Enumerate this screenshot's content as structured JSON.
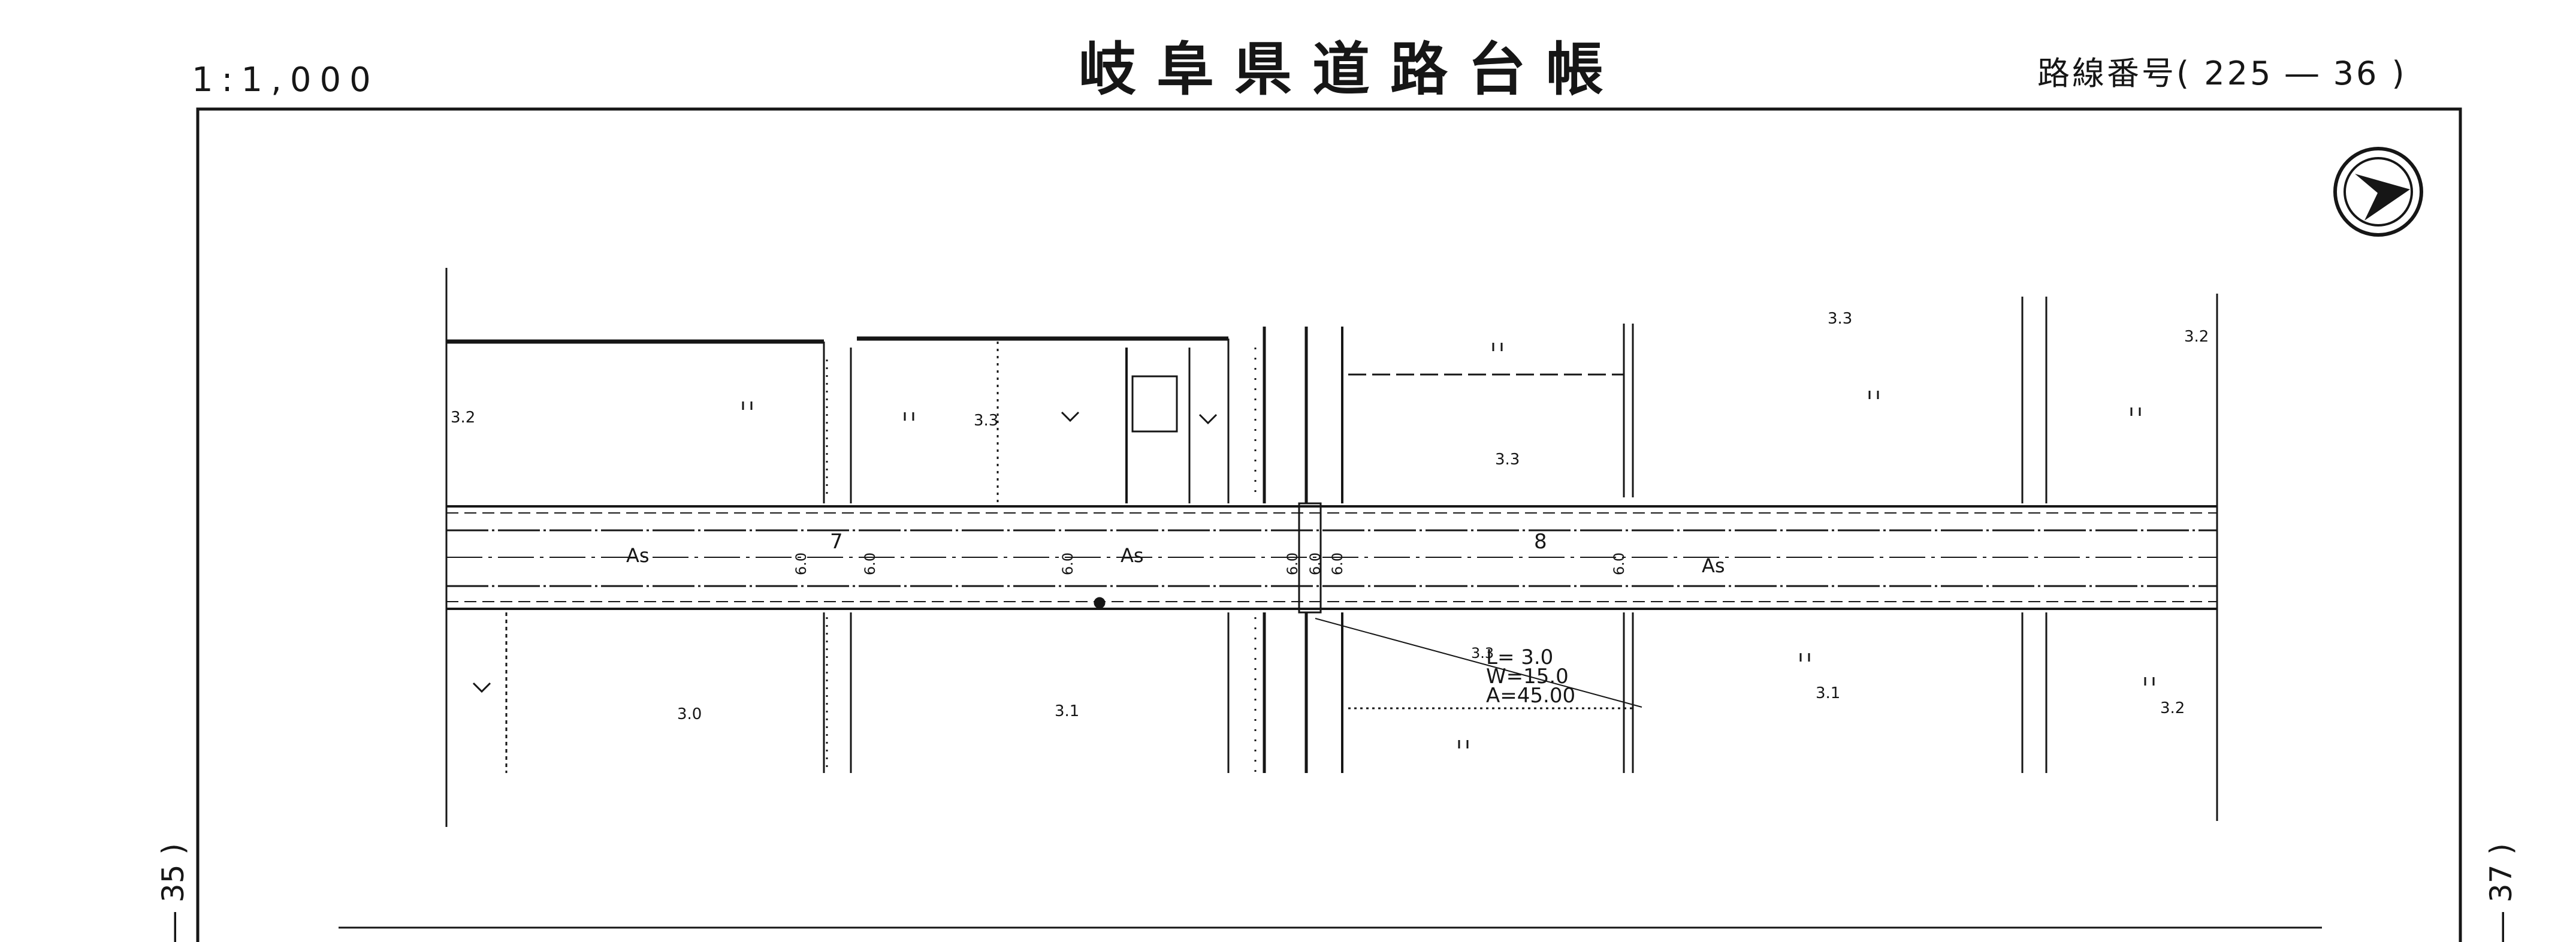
{
  "header": {
    "scale": "1:1,000",
    "title": "岐阜県道路台帳",
    "route_number": "路線番号(  225 ― 36  )"
  },
  "sheet_links": {
    "prev": "― 35 )",
    "next": "― 37 )"
  },
  "map": {
    "sections": [
      "7",
      "8"
    ],
    "pavement": [
      "As",
      "As",
      "As"
    ],
    "widths": [
      "6.0",
      "6.0",
      "6.0",
      "6.0",
      "6.0",
      "6.0",
      "6.0"
    ],
    "elevations": [
      "3.2",
      "3.3",
      "3.3",
      "3.3",
      "3.2",
      "3.0",
      "3.1",
      "3.3",
      "3.1",
      "3.2"
    ],
    "culvert": {
      "length": "L= 3.0",
      "width": "W=15.0",
      "area": "A=45.00"
    }
  }
}
